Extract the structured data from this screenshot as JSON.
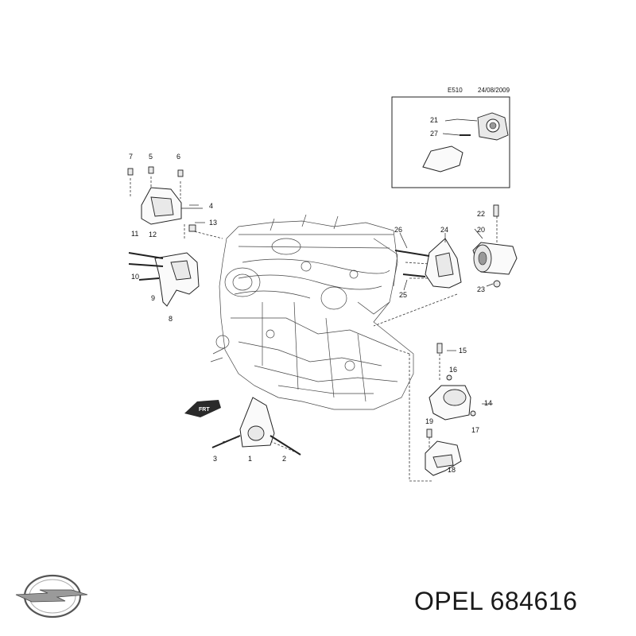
{
  "header": {
    "code": "E510",
    "date": "24/08/2009"
  },
  "brand": {
    "text": "OPEL 684616",
    "logo_icon": "opel-blitz-logo-icon"
  },
  "frt_label": "FRT",
  "callouts": [
    "1",
    "2",
    "3",
    "4",
    "5",
    "6",
    "7",
    "8",
    "9",
    "10",
    "11",
    "12",
    "13",
    "14",
    "15",
    "16",
    "17",
    "18",
    "19",
    "20",
    "21",
    "22",
    "23",
    "24",
    "25",
    "26",
    "27"
  ]
}
